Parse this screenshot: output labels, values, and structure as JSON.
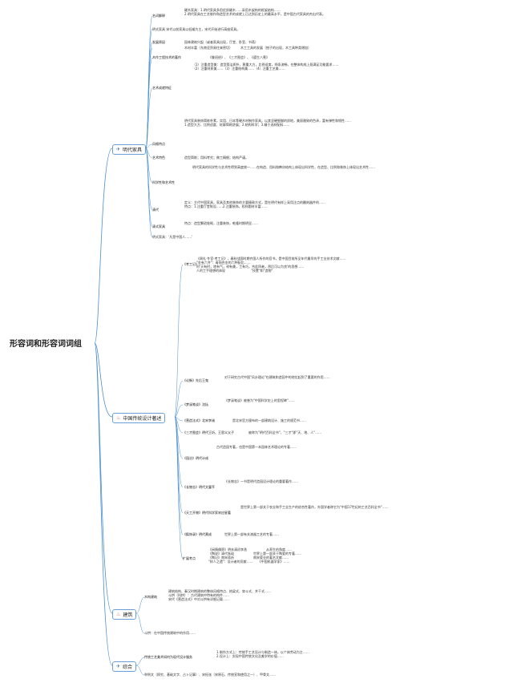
{
  "root": {
    "title": "形容词和形容词词组"
  },
  "colors": {
    "line": "#4a8fd0",
    "branch_border": "#6aa0d8",
    "fire": "#e0452b",
    "blue": "#2f6db5"
  },
  "branches": [
    {
      "key": "ming",
      "label": "明代家具",
      "icon": "rocket-icon",
      "children": [
        {
          "label": "名词解释",
          "text": "硬木家具：1.明代家具多用优质硬木……采用木架构的框架结构……\n2.明代家具在工艺制作和造型艺术的成就上已达到历史上的最高水平，是中国古代家具的杰出代表。"
        },
        {
          "label": "",
          "text": "明式家具 宋代以前家具以低矮为主，宋代开始进行高座家具。"
        },
        {
          "label": "发展原因",
          "text": "园林建筑兴起（或者家具出现，厅堂、卧室、书斋）"
        },
        {
          "label": "",
          "text": "木材丰富（东南亚贸易往来密切）　　　木工工具的发展（刨子的出现，木工具种类增加）"
        },
        {
          "label": "木作工程技术的著作",
          "text": "《鲁班经》、《三才图会》、《遵生八笺》"
        },
        {
          "label": "艺术成就特征",
          "text": "（1）注重造型美：造型简洁质朴，稳重大方，比例适度，线条流畅，在整体构成上既满足功能要求……\n（2）注重材质美……（3）注重结构美……（4）注重工艺美……"
        },
        {
          "label": "风格特点",
          "text": "明代家具装饰简练朴素，实用、日本等硬木材制作家具，以其坚硬细腻的质地，美丽雅致的色泽，富有弹性和韧性……\n1.造型大方、比例适度、轮廓简练舒展；2.结构科学；3.精于选材配料……"
        },
        {
          "label": "艺术特色",
          "text": "造型简练；用料考究；做工精细；结构严谨。"
        },
        {
          "label": "科学性和艺术性",
          "text": "明代家具的科学性与艺术性得到高度统一……在构造、用料和榫卯结构上体现出科学性，在造型、比例和装饰上体现出艺术性……"
        },
        {
          "label": "清代",
          "text": "定义：主代中国家具，家具及其他装饰的主要精致方式，是在明代有样上采用注点的雕刻器件的……\n特点：1.注重厅堂陈设……2.注重装饰，纹样题材丰富……"
        },
        {
          "label": "清式家具",
          "text": "特点：造型繁琐堆砌，注重装饰，乾隆时期明显……"
        },
        {
          "label": "",
          "text": "明式家具：'凡是中国人……'"
        }
      ]
    },
    {
      "key": "design",
      "label": "中国传统设计著述",
      "icon": "fire-icon",
      "children": [
        {
          "label": "《考工记》",
          "text": "《周礼·冬官·考工记》，春秋战国时期齐国人所作的官书，是中国目前所见年代最早的手工业技术文献……\n\"金有六齐\"：青铜合金的六种配比……\n时'天有时，地有气，材有美，工有巧，合此四者，然后可以为良'的思想……\n人的工手理想的体现　　　　　　　　\"技置\"和\"造物\""
        },
        {
          "label": "《论衡》先后王鬼",
          "text": "对于研究古代中国\"风水理论\"在建筑和造园中的地位起到了重要的作用……"
        },
        {
          "label": "《梦溪笔谈》沈括",
          "text": "《梦溪笔谈》被誉为\"中国科学史上的里程碑\"……"
        },
        {
          "label": "《营造法式》北宋李诫",
          "text": "是北宋官方颁布的一部建筑设计、施工的规范书……"
        },
        {
          "label": "《三才图会》明代王圻、王思义父子",
          "text": "被称为\"明代百科全书\"，\"三才\"即\"天、地、人\"……"
        },
        {
          "label": "《园冶》明代计成",
          "text": "古代造园专著，也是中国第一本园林艺术理论的专著……"
        },
        {
          "label": "《长物志》明代文震亨",
          "text": "《长物志》一书是明代造园设计理论的重要著作……"
        },
        {
          "label": "《天工开物》明代科学家宋应星著",
          "text": "是世界上第一部关于农业和手工业生产的综合性著作，外国学者称它为\"中国17世纪的工艺百科全书\"……"
        },
        {
          "label": "《髹饰录》明代黄成",
          "text": "世界上第一部有关漆器工艺的专著……"
        },
        {
          "label": "扩展考点",
          "text": "《闲情偶寄》明末清初李渔　　　　　　从养生的角度……\n《陶说》清代朱琰　　　　　　世界上第一部关于陶瓷的专著……\n《陶记》南宋蒋祈　　　　　　南宋瓷业的著名文献……\n\"样人之遗\"：设计者的贡献……　　《中国机器学家》……"
        }
      ]
    },
    {
      "key": "arch",
      "label": "建筑",
      "icon": "fire-icon",
      "children": [
        {
          "label": "木构建筑",
          "text": "建筑结构、秦汉时期建筑的整体风格特点、抬梁式、穿斗式、井干式……\n斗拱（科拱）：古代建筑中特有的构件……\n宋代《营造法式》中对斗拱有详细记载……"
        },
        {
          "label": "",
          "text": "斗拱：在中国传统建筑中的作用……"
        }
      ]
    },
    {
      "key": "synthesis",
      "label": "综合",
      "icon": "rocket-icon",
      "children": [
        {
          "label": "传统工艺美术如何为现代设计服务",
          "text": "1.制作方式上：传统手工艺设计与制造一体，以个体劳动为主……\n2.设计上：实现中国传统文化及美学的价值……"
        },
        {
          "label": "",
          "text": "举例文（探究、基础文字、占卜记事）、宋拓张（宋原石、传统宣和使用之一）、甲骨文……"
        }
      ]
    }
  ]
}
